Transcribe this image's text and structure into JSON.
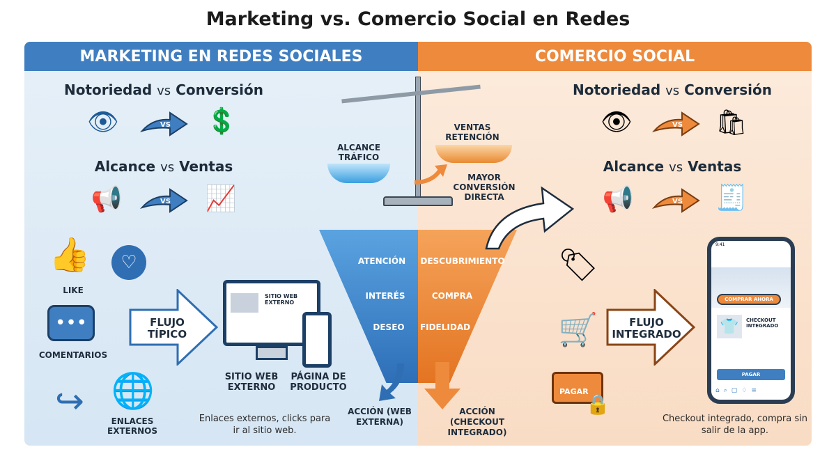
{
  "title": "Marketing vs. Comercio Social en Redes",
  "left": {
    "header": "MARKETING EN REDES SOCIALES",
    "row1": {
      "a": "Notoriedad",
      "vs": "vs",
      "b": "Conversión"
    },
    "row2": {
      "a": "Alcance",
      "vs": "vs",
      "b": "Ventas"
    },
    "vs_badge": "VS",
    "icons": {
      "like": "LIKE",
      "comments": "COMENTARIOS",
      "links": "ENLACES EXTERNOS"
    },
    "flow_label": "FLUJO TÍPICO",
    "site_screen": "SITIO WEB EXTERNO",
    "site_label": "SITIO WEB EXTERNO",
    "product_label": "PÁGINA DE PRODUCTO",
    "caption": "Enlaces externos, clicks para ir al sitio web.",
    "action": "ACCIÓN (WEB EXTERNA)",
    "scale_pan": "ALCANCE TRÁFICO",
    "funnel": [
      "ATENCIÓN",
      "INTERÉS",
      "DESEO"
    ]
  },
  "right": {
    "header": "COMERCIO SOCIAL",
    "row1": {
      "a": "Notoriedad",
      "vs": "vs",
      "b": "Conversión"
    },
    "row2": {
      "a": "Alcance",
      "vs": "vs",
      "b": "Ventas"
    },
    "vs_badge": "VS",
    "flow_label": "FLUJO INTEGRADO",
    "pay_card": "PAGAR",
    "phone": {
      "buy_button": "COMPRAR AHORA",
      "checkout": "CHECKOUT INTEGRADO",
      "pay_button": "PAGAR",
      "time": "9:41"
    },
    "caption": "Checkout integrado, compra sin salir de la app.",
    "action": "ACCIÓN (CHECKOUT INTEGRADO)",
    "scale_pan": "VENTAS RETENCIÓN",
    "scale_note": "MAYOR CONVERSIÓN DIRECTA",
    "funnel": [
      "DESCUBRIMIENTO",
      "COMPRA",
      "FIDELIDAD"
    ]
  },
  "colors": {
    "blue": "#3f7fc1",
    "orange": "#ee8a3c",
    "left_bg": "#dce9f5",
    "right_bg": "#fbe3cf"
  }
}
